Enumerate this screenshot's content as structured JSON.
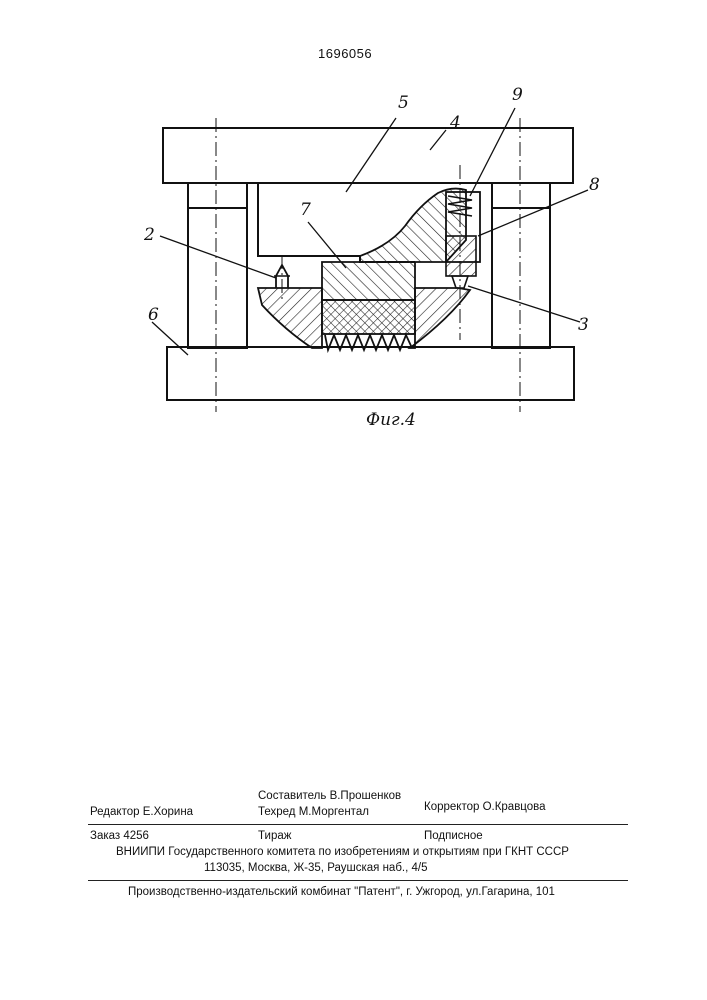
{
  "document": {
    "patent_number": "1696056",
    "figure": {
      "caption": "Фиг.4",
      "callouts": [
        "2",
        "3",
        "4",
        "5",
        "6",
        "7",
        "8",
        "9"
      ]
    },
    "footer": {
      "compiler": "Составитель  В.Прошенков",
      "editor": "Редактор  Е.Хорина",
      "tech_editor": "Техред М.Моргентал",
      "corrector": "Корректор  О.Кравцова",
      "order": "Заказ  4256",
      "circulation": "Тираж",
      "subscription": "Подписное",
      "institute": "ВНИИПИ Государственного комитета по изобретениям и открытиям при ГКНТ СССР",
      "address": "113035, Москва, Ж-35, Раушская наб., 4/5",
      "publisher": "Производственно-издательский комбинат \"Патент\", г. Ужгород, ул.Гагарина, 101"
    }
  }
}
